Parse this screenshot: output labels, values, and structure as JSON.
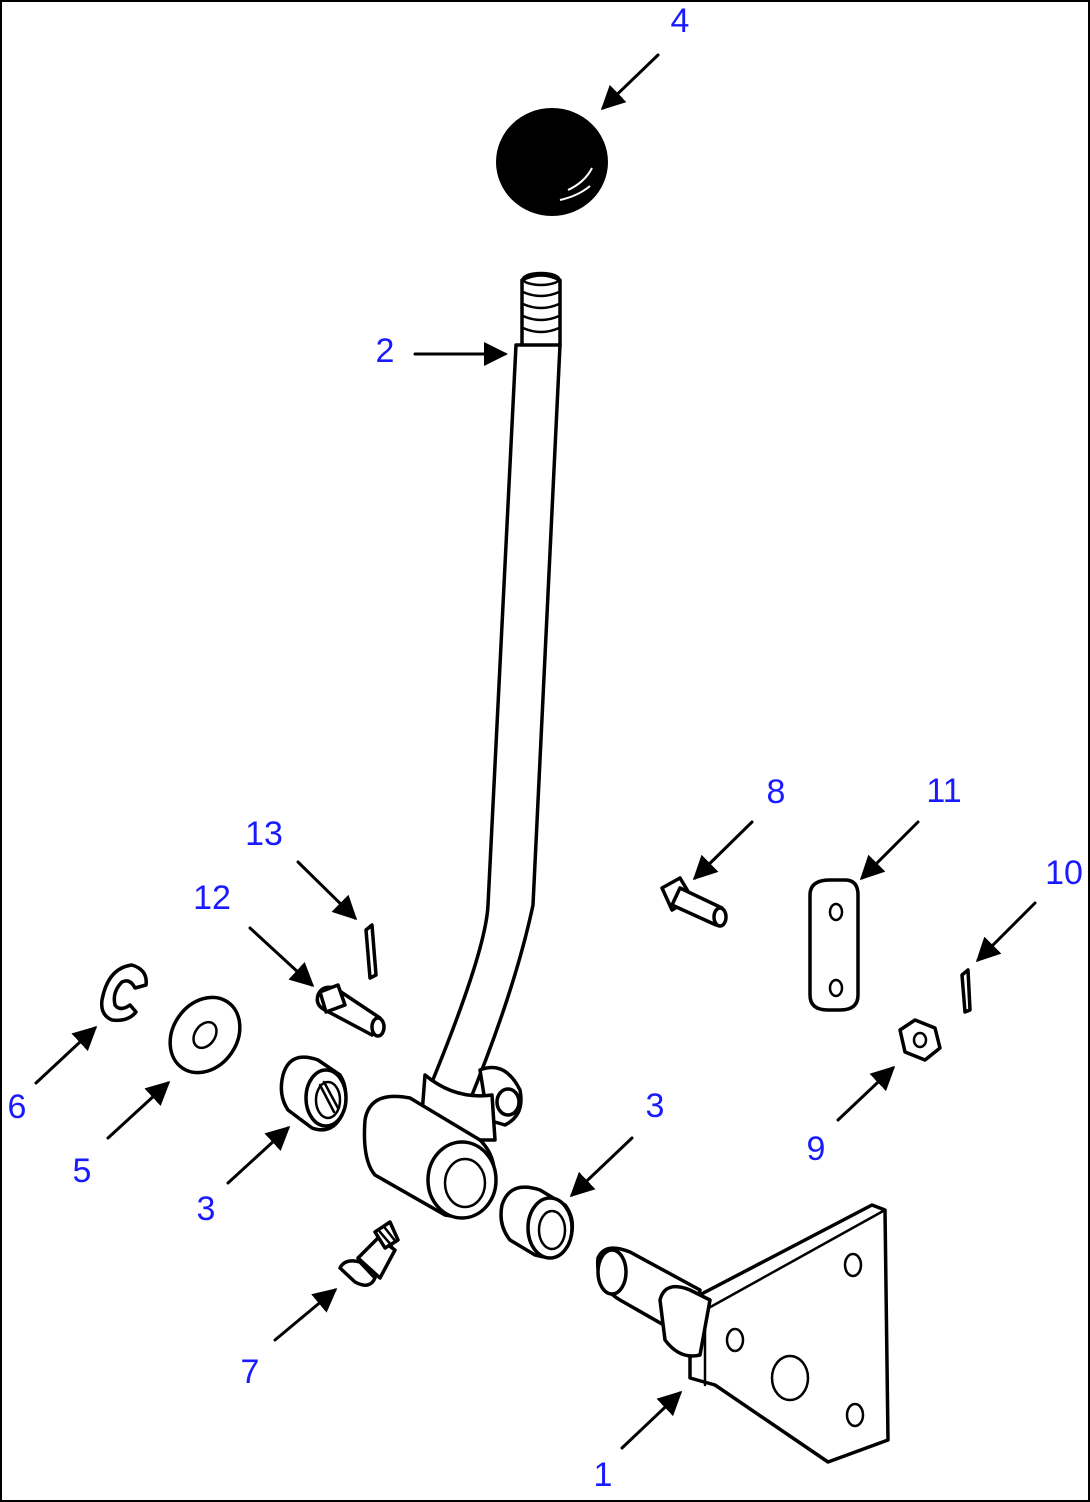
{
  "callouts": {
    "c1": "1",
    "c2": "2",
    "c3a": "3",
    "c3b": "3",
    "c4": "4",
    "c5": "5",
    "c6": "6",
    "c7": "7",
    "c8": "8",
    "c9": "9",
    "c10": "10",
    "c11": "11",
    "c12": "12",
    "c13": "13"
  },
  "colors": {
    "callout": "#1a1aff",
    "line": "#000000",
    "background": "#ffffff"
  }
}
